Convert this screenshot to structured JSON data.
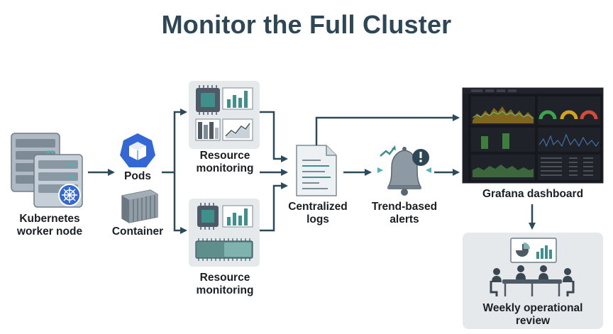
{
  "title": "Monitor the Full Cluster",
  "nodes": {
    "worker": {
      "line1": "Kubernetes",
      "line2": "worker node"
    },
    "pods": {
      "label": "Pods"
    },
    "container": {
      "label": "Container"
    },
    "resource_top": {
      "line1": "Resource",
      "line2": "monitoring"
    },
    "resource_bottom": {
      "line1": "Resource",
      "line2": "monitoring"
    },
    "logs": {
      "line1": "Centralized",
      "line2": "logs"
    },
    "alerts": {
      "line1": "Trend-based",
      "line2": "alerts"
    },
    "grafana": {
      "label": "Grafana dashboard"
    },
    "review": {
      "line1": "Weekly operational",
      "line2": "review"
    }
  },
  "colors": {
    "title": "#2e4756",
    "arrow": "#2b4a5c",
    "teal": "#3f8f8c",
    "k8s_blue": "#3367d6",
    "panel": "#e6e9ec",
    "dash_bg": "#16181d"
  },
  "icons": {
    "worker": "server-stack-icon",
    "pods": "kubernetes-pod-icon",
    "container": "shipping-container-icon",
    "logs": "document-icon",
    "alerts": "bell-icon",
    "grafana": "dashboard-screenshot",
    "review": "meeting-icon"
  }
}
